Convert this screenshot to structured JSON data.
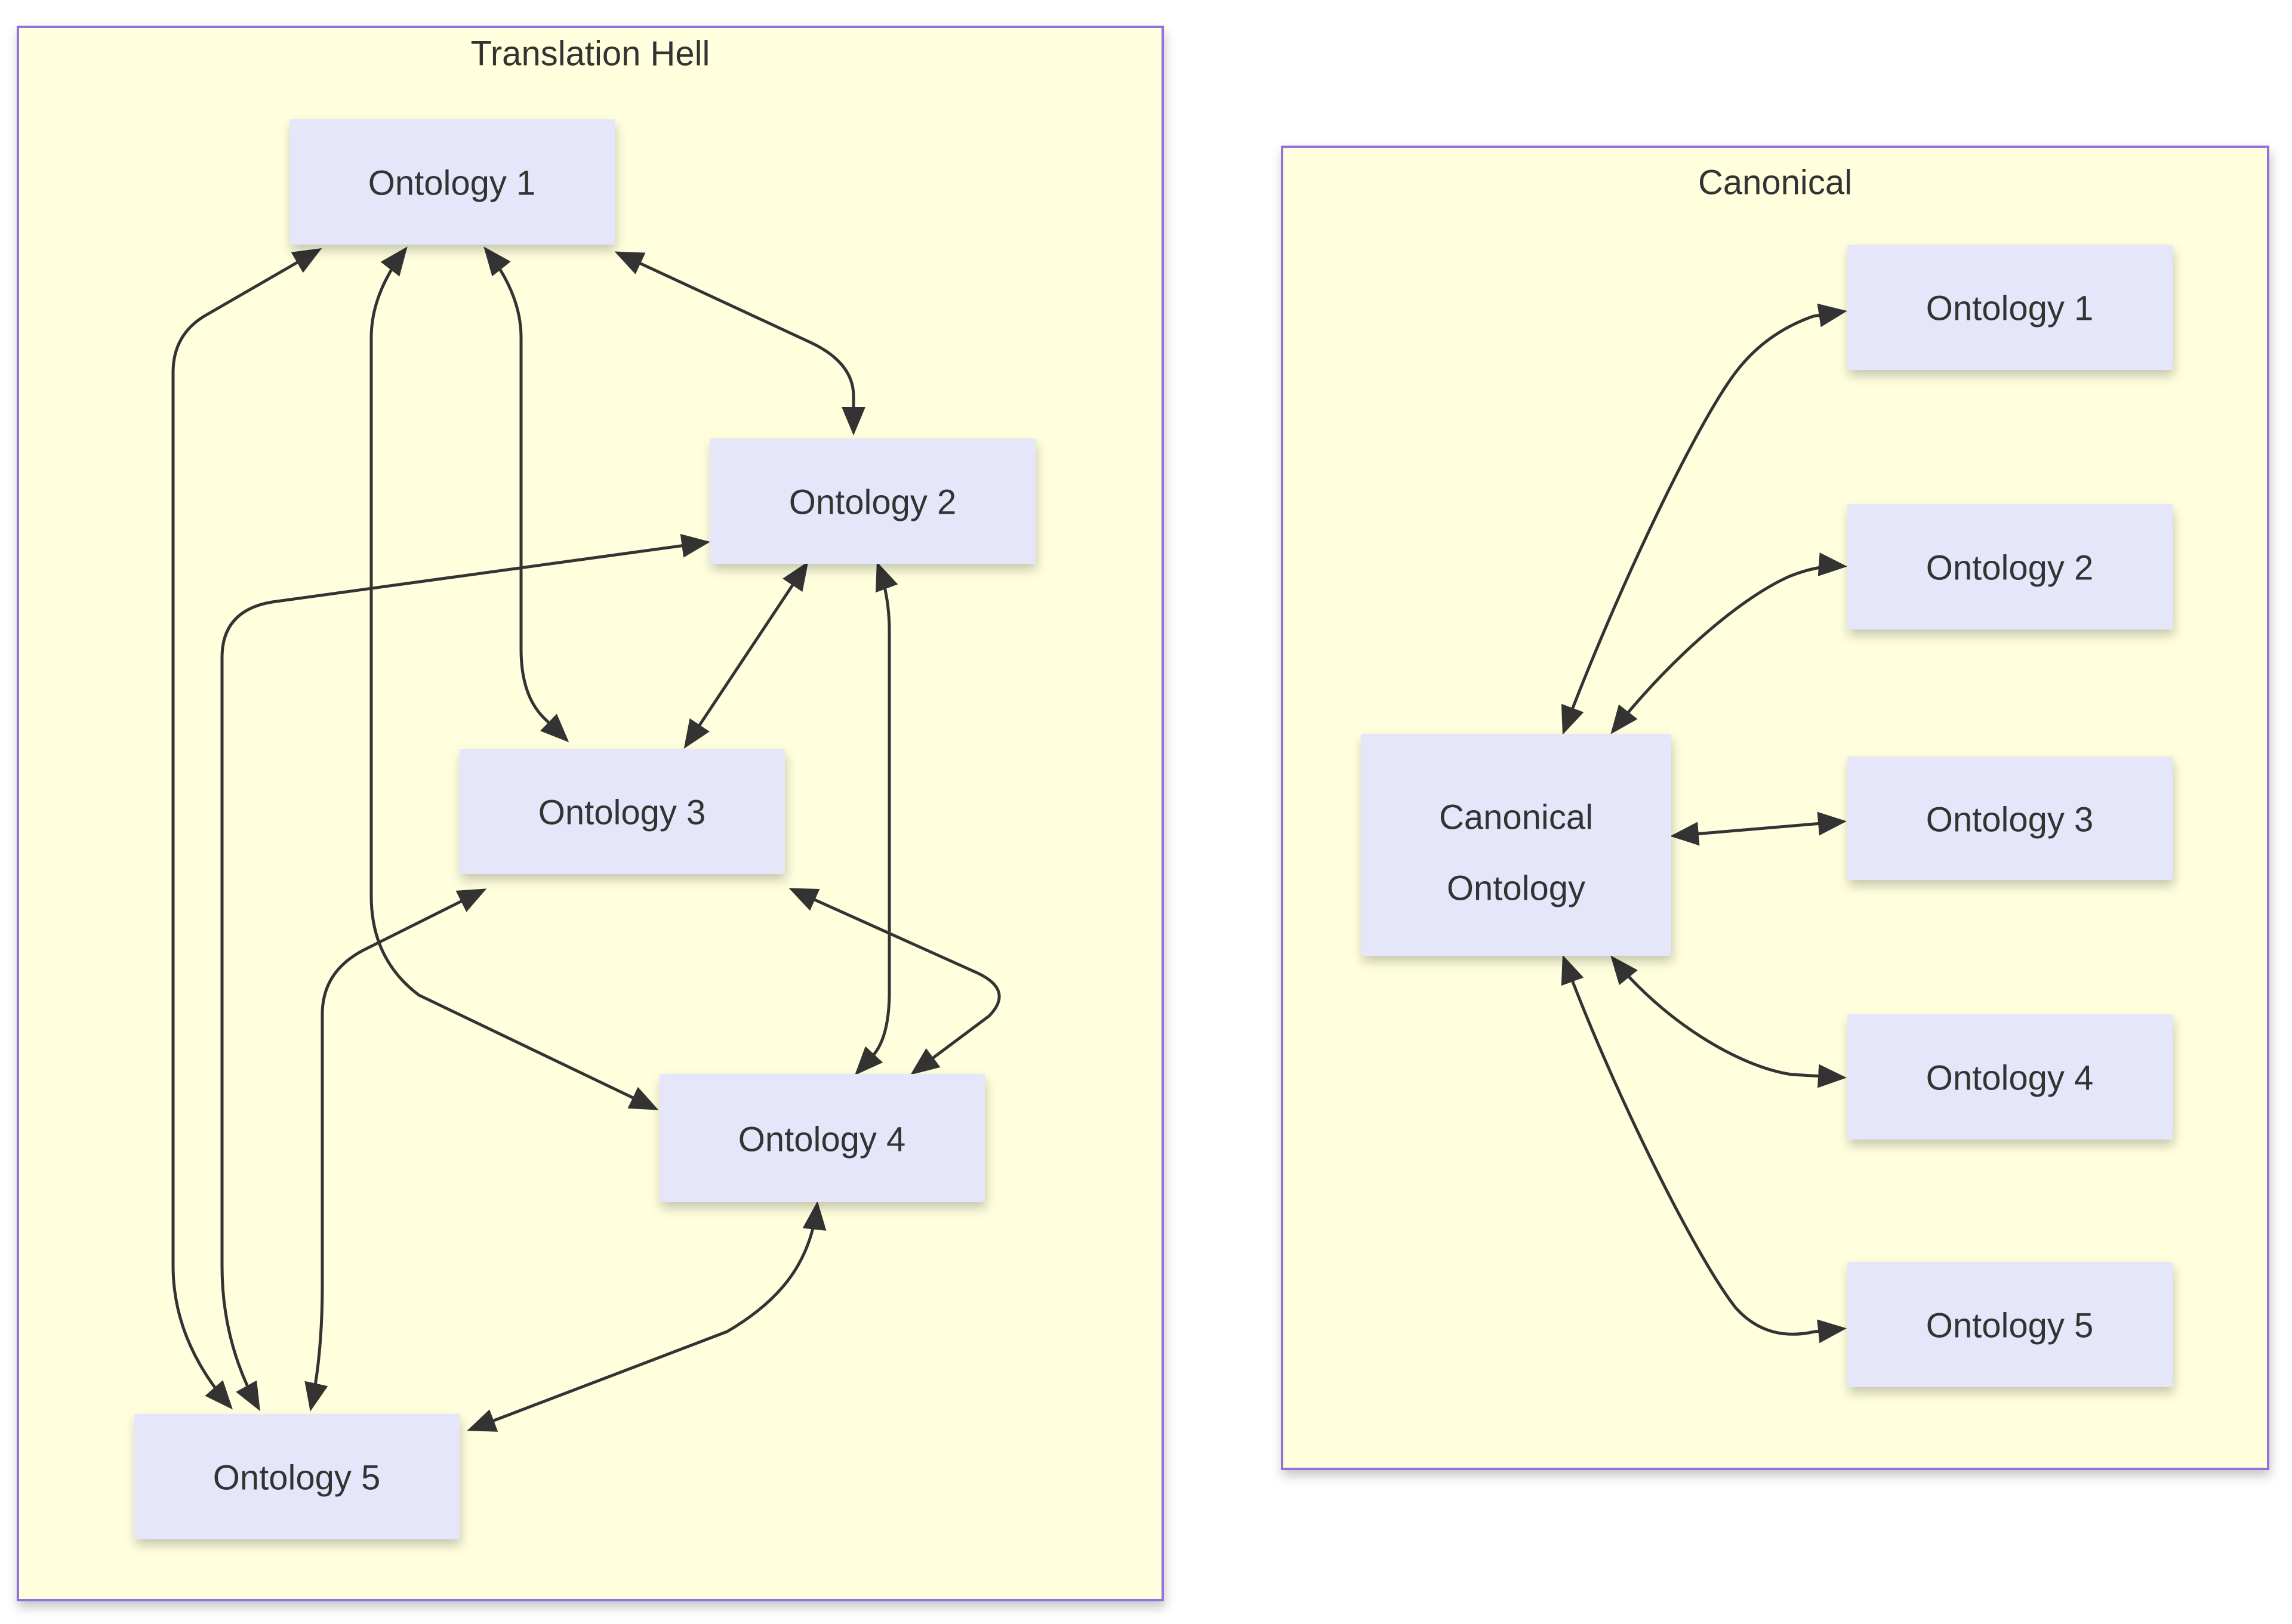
{
  "diagram_type": "flowchart",
  "clusters": {
    "translation_hell": {
      "title": "Translation Hell"
    },
    "canonical": {
      "title": "Canonical"
    }
  },
  "nodes": {
    "l1": {
      "label": "Ontology 1"
    },
    "l2": {
      "label": "Ontology 2"
    },
    "l3": {
      "label": "Ontology 3"
    },
    "l4": {
      "label": "Ontology 4"
    },
    "l5": {
      "label": "Ontology 5"
    },
    "co": {
      "label": "Canonical Ontology",
      "lines": [
        "Canonical",
        "Ontology"
      ]
    },
    "r1": {
      "label": "Ontology 1"
    },
    "r2": {
      "label": "Ontology 2"
    },
    "r3": {
      "label": "Ontology 3"
    },
    "r4": {
      "label": "Ontology 4"
    },
    "r5": {
      "label": "Ontology 5"
    }
  },
  "edges": [
    {
      "from": "l1",
      "to": "l2",
      "style": "bidirectional"
    },
    {
      "from": "l1",
      "to": "l3",
      "style": "bidirectional"
    },
    {
      "from": "l1",
      "to": "l4",
      "style": "bidirectional"
    },
    {
      "from": "l1",
      "to": "l5",
      "style": "bidirectional"
    },
    {
      "from": "l2",
      "to": "l3",
      "style": "bidirectional"
    },
    {
      "from": "l2",
      "to": "l4",
      "style": "bidirectional"
    },
    {
      "from": "l2",
      "to": "l5",
      "style": "bidirectional"
    },
    {
      "from": "l3",
      "to": "l4",
      "style": "bidirectional"
    },
    {
      "from": "l3",
      "to": "l5",
      "style": "bidirectional"
    },
    {
      "from": "l4",
      "to": "l5",
      "style": "bidirectional"
    },
    {
      "from": "co",
      "to": "r1",
      "style": "bidirectional"
    },
    {
      "from": "co",
      "to": "r2",
      "style": "bidirectional"
    },
    {
      "from": "co",
      "to": "r3",
      "style": "bidirectional"
    },
    {
      "from": "co",
      "to": "r4",
      "style": "bidirectional"
    },
    {
      "from": "co",
      "to": "r5",
      "style": "bidirectional"
    }
  ],
  "colors": {
    "background": "#ffffff",
    "cluster_fill": "#ffffde",
    "cluster_border": "#9370db",
    "node_fill": "#e6e6fa",
    "edge_color": "#333333",
    "text_color": "#333333"
  }
}
